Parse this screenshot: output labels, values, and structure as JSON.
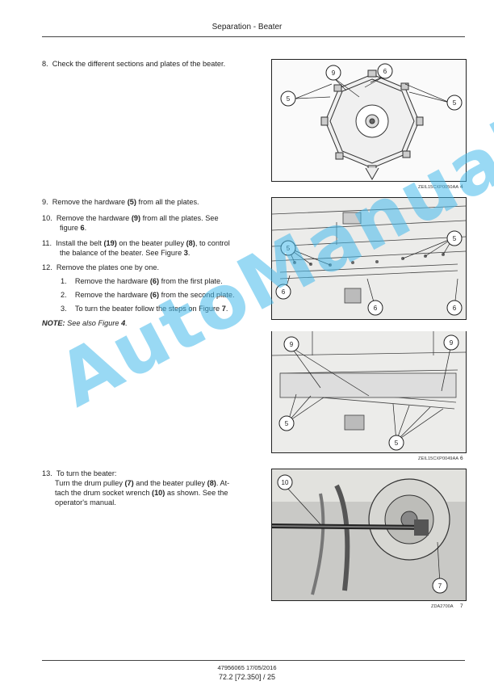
{
  "header": {
    "title": "Separation - Beater"
  },
  "steps": {
    "s8": {
      "num": "8.",
      "text": "Check the different sections and plates of the beater."
    },
    "s9": {
      "num": "9.",
      "a": "Remove the hardware ",
      "b": "(5)",
      "c": " from all the plates."
    },
    "s10": {
      "num": "10.",
      "a": "Remove the hardware ",
      "b": "(9)",
      "c": " from all the plates.  See",
      "d": "figure ",
      "e": "6",
      "f": "."
    },
    "s11": {
      "num": "11.",
      "a": "Install the belt ",
      "b": "(19)",
      "c": " on the beater pulley ",
      "d": "(8)",
      "e": ", to control",
      "f": "the balance of the beater.  See Figure ",
      "g": "3",
      "h": "."
    },
    "s12": {
      "num": "12.",
      "text": "Remove the plates one by one."
    },
    "s12_1": {
      "num": "1.",
      "a": "Remove the hardware ",
      "b": "(6)",
      "c": " from the first plate."
    },
    "s12_2": {
      "num": "2.",
      "a": "Remove the hardware ",
      "b": "(6)",
      "c": " from the second plate."
    },
    "s12_3": {
      "num": "3.",
      "a": "To turn the beater follow the steps on Figure ",
      "b": "7",
      "c": "."
    },
    "note": {
      "label": "NOTE:",
      "a": " See also Figure ",
      "b": "4",
      "c": "."
    },
    "s13": {
      "num": "13.",
      "title": "To turn the beater:",
      "a": "Turn the drum pulley ",
      "b": "(7)",
      "c": " and the beater pulley ",
      "d": "(8)",
      "e": ".  At-",
      "f": "tach the drum socket wrench ",
      "g": "(10)",
      "h": " as shown.  See the",
      "i": "operator's manual."
    }
  },
  "figures": {
    "f4": {
      "code": "ZEIL15CXP0050AA",
      "num": "4",
      "callouts": [
        "9",
        "6",
        "5",
        "5"
      ]
    },
    "f6": {
      "code": "ZEIL15CXP0049AA",
      "num": "6",
      "callouts_top": [
        "5",
        "5",
        "6",
        "6",
        "6"
      ],
      "callouts_bottom": [
        "9",
        "9",
        "5",
        "5"
      ]
    },
    "f7": {
      "code": "ZDA2700A",
      "num": "7",
      "callouts": [
        "10",
        "7"
      ]
    }
  },
  "footer": {
    "line1": "47956065 17/05/2016",
    "line2": "72.2 [72.350] / 25"
  },
  "watermark": "AutoManual",
  "colors": {
    "watermark": "#46b9eb",
    "rule": "#444444"
  }
}
